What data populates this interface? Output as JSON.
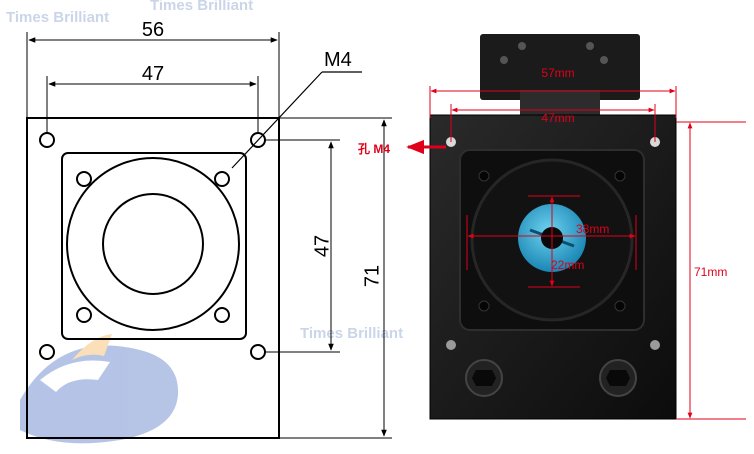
{
  "watermark": {
    "text": "Times Brilliant",
    "colors": {
      "blue": "#2f58b8",
      "orange": "#f6a43a"
    }
  },
  "drawing": {
    "dims": {
      "top_width": "56",
      "inner_width": "47",
      "thread": "M4",
      "side_height": "47",
      "total_height": "71"
    }
  },
  "photo": {
    "labels": {
      "width": "57mm",
      "hole_spacing": "47mm",
      "hole": "孔 M4",
      "outer_dia": "38mm",
      "inner_dia": "22mm",
      "height": "71mm"
    },
    "colors": {
      "plate": "#141414",
      "coupling": "#2aa9d3",
      "annotation": "#e0001a"
    }
  }
}
